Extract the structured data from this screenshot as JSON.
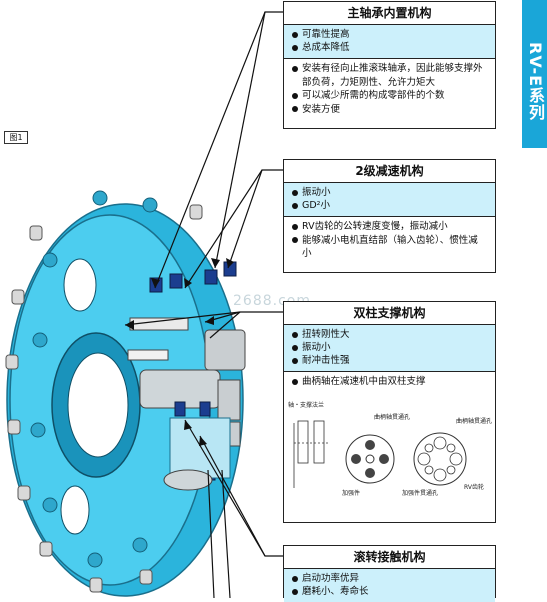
{
  "side_tab": "RV-E系列",
  "figure_label": "图1",
  "watermark": "2688.com",
  "panels": [
    {
      "title": "主轴承内置机构",
      "features": [
        "可靠性提高",
        "总成本降低"
      ],
      "details": [
        "安装有径向止推滚珠轴承，因此能够支撑外部负荷，力矩刚性、允许力矩大",
        "可以减少所需的构成零部件的个数",
        "安装方便"
      ]
    },
    {
      "title": "2级减速机构",
      "features": [
        "振动小",
        "GD²小"
      ],
      "details": [
        "RV齿轮的公转速度变慢，振动减小",
        "能够减小电机直结部（输入齿轮）、惯性减小"
      ]
    },
    {
      "title": "双柱支撑机构",
      "features": [
        "扭转刚性大",
        "振动小",
        "耐冲击性强"
      ],
      "details": [
        "曲柄轴在减速机中由双柱支撑"
      ]
    },
    {
      "title": "滚转接触机构",
      "features": [
        "启动功率优异",
        "磨耗小、寿命长"
      ],
      "details": []
    }
  ],
  "mini_diagram": {
    "left_label": "轴・支撑法兰",
    "crank_hole_1": "曲柄轴贯通孔",
    "crank_hole_2": "曲柄轴贯通孔",
    "fastener": "加强件",
    "fastener_hole": "加强件贯通孔",
    "rv_gear": "RV齿轮"
  },
  "colors": {
    "accent": "#1aa6d8",
    "highlight": "#ccf0fb",
    "body": "#3cc8ec"
  }
}
